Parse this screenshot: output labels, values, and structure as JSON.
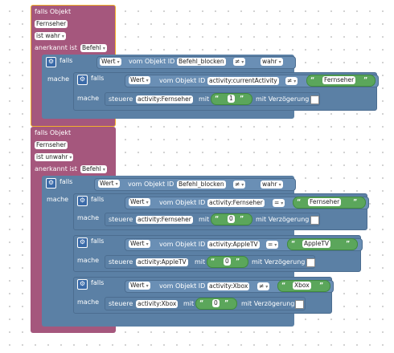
{
  "block1": {
    "falls_objekt": "falls Objekt",
    "objekt": "Fernseher",
    "zustand": "ist wahr",
    "anerkannt": "anerkannt ist",
    "anerkannt_val": "Befehl",
    "if_falls": "falls",
    "wert": "Wert",
    "vom_objekt": "vom Objekt ID",
    "id1": "Befehl_blocken",
    "op1": "≠",
    "val1": "wahr",
    "mache": "mache",
    "inner_falls": "falls",
    "wert2": "Wert",
    "vom_objekt2": "vom Objekt ID",
    "id2": "activity:currentActivity",
    "op2": "≠",
    "str2": "Fernseher",
    "inner_mache": "mache",
    "steuere": "steuere",
    "steuere_id": "activity:Fernseher",
    "mit": "mit",
    "num": "1",
    "verzoegerung": "mit Verzögerung"
  },
  "block2": {
    "falls_objekt": "falls Objekt",
    "objekt": "Fernseher",
    "zustand": "ist unwahr",
    "anerkannt": "anerkannt ist",
    "anerkannt_val": "Befehl",
    "if_falls": "falls",
    "wert": "Wert",
    "vom_objekt": "vom Objekt ID",
    "id1": "Befehl_blocken",
    "op1": "≠",
    "val1": "wahr",
    "mache": "mache",
    "sub": [
      {
        "falls": "falls",
        "wert": "Wert",
        "vom": "vom Objekt ID",
        "id": "activity:Fernseher",
        "op": "=",
        "str": "Fernseher",
        "mache": "mache",
        "steuere": "steuere",
        "sid": "activity:Fernseher",
        "mit": "mit",
        "num": "0",
        "verz": "mit Verzögerung"
      },
      {
        "falls": "falls",
        "wert": "Wert",
        "vom": "vom Objekt ID",
        "id": "activity:AppleTV",
        "op": "=",
        "str": "AppleTV",
        "mache": "mache",
        "steuere": "steuere",
        "sid": "activity:AppleTV",
        "mit": "mit",
        "num": "0",
        "verz": "mit Verzögerung"
      },
      {
        "falls": "falls",
        "wert": "Wert",
        "vom": "vom Objekt ID",
        "id": "activity:Xbox",
        "op": "≠",
        "str": "Xbox",
        "mache": "mache",
        "steuere": "steuere",
        "sid": "activity:Xbox",
        "mit": "mit",
        "num": "0",
        "verz": "mit Verzögerung"
      }
    ]
  }
}
